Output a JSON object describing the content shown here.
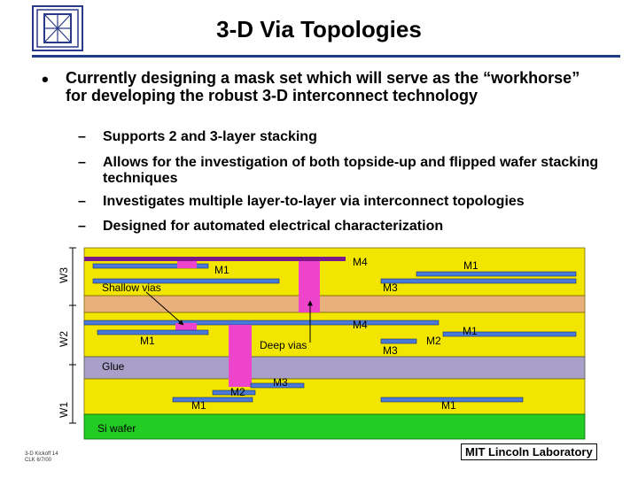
{
  "slide": {
    "title": "3-D Via Topologies",
    "bullet": "Currently designing a mask set which will serve as the “workhorse” for developing the robust 3-D interconnect technology",
    "sub_bullets": [
      "Supports 2 and 3-layer stacking",
      "Allows for the investigation of both topside-up and flipped wafer stacking techniques",
      "Investigates multiple layer-to-layer via interconnect topologies",
      "Designed for automated electrical characterization"
    ],
    "dash": "–"
  },
  "diagram": {
    "tier_labels": [
      "W3",
      "W2",
      "W1"
    ],
    "labels": {
      "m1_w3_left": "M1",
      "m1_w3_right": "M1",
      "m4_w3": "M4",
      "m3_w3": "M3",
      "shallow_vias": "Shallow vias",
      "m4_w2": "M4",
      "m1_w2_left": "M1",
      "deep_vias": "Deep vias",
      "m3_w2": "M3",
      "m2_w2": "M2",
      "m1_w2_right": "M1",
      "glue": "Glue",
      "m3_w1": "M3",
      "m2_w1": "M2",
      "m1_w1_left": "M1",
      "m1_w1_right": "M1",
      "si_wafer": "Si wafer"
    },
    "colors": {
      "oxide": "#f2e600",
      "bond_layer": "#e8b07a",
      "glue": "#a8a0c8",
      "si": "#22cc22",
      "metal_blue": "#4a7ad8",
      "metal_purple": "#7a1a8a",
      "via": "#ee44cc"
    }
  },
  "footer": {
    "left_lines": [
      "3-D Kickoff 14",
      "CLK 6/7/00"
    ],
    "right": "MIT Lincoln Laboratory"
  }
}
